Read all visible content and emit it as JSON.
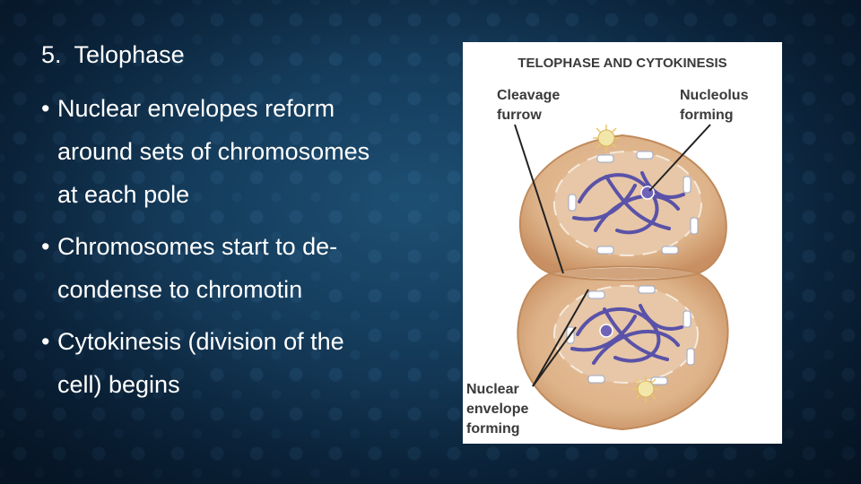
{
  "slide": {
    "title_number": "5.",
    "title_text": "Telophase",
    "bullets": [
      {
        "lines": [
          "Nuclear envelopes reform",
          "around sets of chromosomes",
          "at each pole"
        ]
      },
      {
        "lines": [
          "Chromosomes start to de-",
          "condense to chromotin"
        ]
      },
      {
        "lines": [
          "Cytokinesis (division of the",
          "cell) begins"
        ]
      }
    ],
    "bullet_glyph": "•"
  },
  "figure": {
    "title": "TELOPHASE AND CYTOKINESIS",
    "labels": {
      "cleavage_line1": "Cleavage",
      "cleavage_line2": "furrow",
      "nucleolus_line1": "Nucleolus",
      "nucleolus_line2": "forming",
      "nuclear_line1": "Nuclear",
      "nuclear_line2": "envelope",
      "nuclear_line3": "forming"
    }
  },
  "colors": {
    "background": "#143a59",
    "text": "#ffffff",
    "cell_fill": "#deb38a",
    "cell_edge": "#c89062",
    "chromosome": "#5a52a8",
    "envelope": "#ffffff",
    "centrosome": "#f2e6a8"
  }
}
